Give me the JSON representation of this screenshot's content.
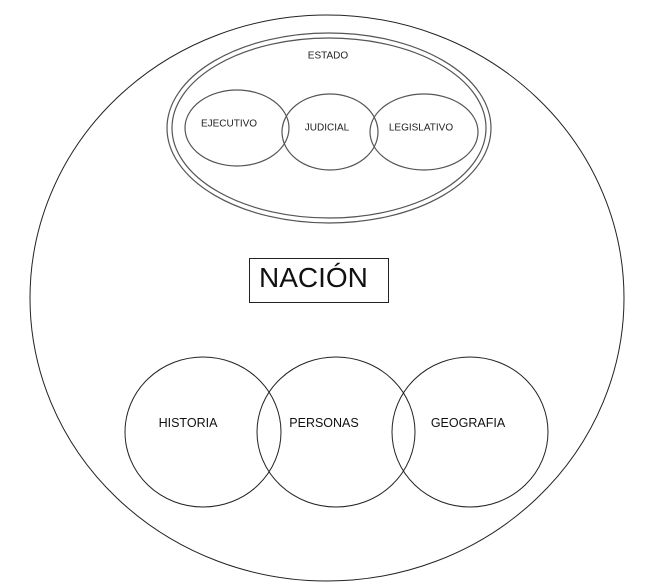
{
  "outer": {
    "label": "NACIÓN"
  },
  "estado": {
    "label": "ESTADO",
    "branches": [
      "EJECUTIVO",
      "JUDICIAL",
      "LEGISLATIVO"
    ]
  },
  "elements": [
    "HISTORIA",
    "PERSONAS",
    "GEOGRAFIA"
  ],
  "colors": {
    "line": "#222222",
    "estado_line": "#555555",
    "background": "#ffffff"
  }
}
